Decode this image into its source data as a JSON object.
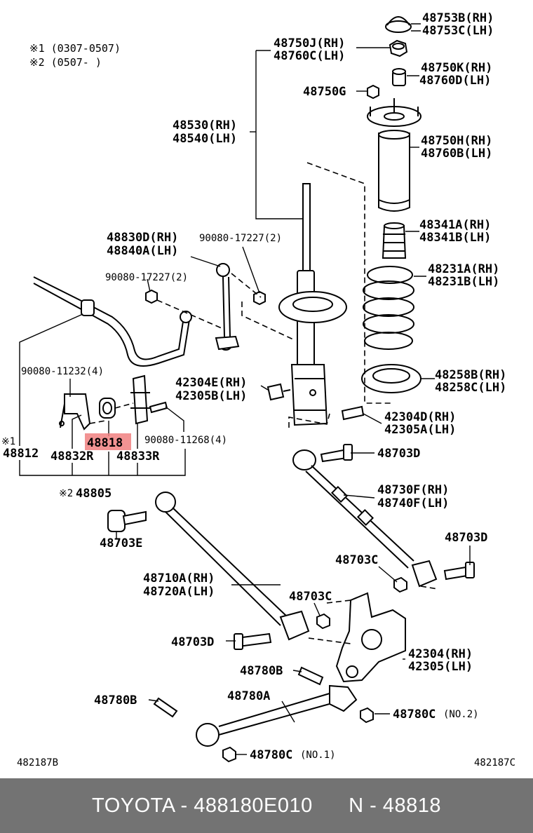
{
  "notes": {
    "note1": "※1  (0307-0507)",
    "note2": "※2  (0507-     )"
  },
  "labels": {
    "l48753": [
      "48753B(RH)",
      "48753C(LH)"
    ],
    "l48750j": [
      "48750J(RH)",
      "48760C(LH)"
    ],
    "l48750k": [
      "48750K(RH)",
      "48760D(LH)"
    ],
    "l48750g": "48750G",
    "l48530": [
      "48530(RH)",
      "48540(LH)"
    ],
    "l48750h": [
      "48750H(RH)",
      "48760B(LH)"
    ],
    "l48830d": [
      "48830D(RH)",
      "48840A(LH)"
    ],
    "l90080_17227a": "90080-17227(2)",
    "l90080_17227b": "90080-17227(2)",
    "l48341": [
      "48341A(RH)",
      "48341B(LH)"
    ],
    "l48231": [
      "48231A(RH)",
      "48231B(LH)"
    ],
    "l48258": [
      "48258B(RH)",
      "48258C(LH)"
    ],
    "l90080_11232": "90080-11232(4)",
    "l42304e": [
      "42304E(RH)",
      "42305B(LH)"
    ],
    "l42304d": [
      "42304D(RH)",
      "42305A(LH)"
    ],
    "l48812_mark": "※1",
    "l48812": "48812",
    "l48818": "48818",
    "l90080_11268": "90080-11268(4)",
    "l48832r": "48832R",
    "l48833r": "48833R",
    "l48703d_a": "48703D",
    "l48805_mark": "※2",
    "l48805": "48805",
    "l48730f": [
      "48730F(RH)",
      "48740F(LH)"
    ],
    "l48703e": "48703E",
    "l48703d_b": "48703D",
    "l48703c_a": "48703C",
    "l48710a": [
      "48710A(RH)",
      "48720A(LH)"
    ],
    "l48703c_b": "48703C",
    "l48703d_c": "48703D",
    "l42304": [
      "42304(RH)",
      "42305(LH)"
    ],
    "l48780b_a": "48780B",
    "l48780b_b": "48780B",
    "l48780a": "48780A",
    "l48780c_a": "48780C",
    "l48780c_a_note": "(NO.2)",
    "l48780c_b": "48780C",
    "l48780c_b_note": "(NO.1)",
    "code_left": "482187B",
    "code_right": "482187C"
  },
  "highlight": {
    "part": "48818",
    "color": "#f08080"
  },
  "footer": {
    "text": "TOYOTA - 488180E010      N - 48818",
    "bg": "#737373"
  }
}
